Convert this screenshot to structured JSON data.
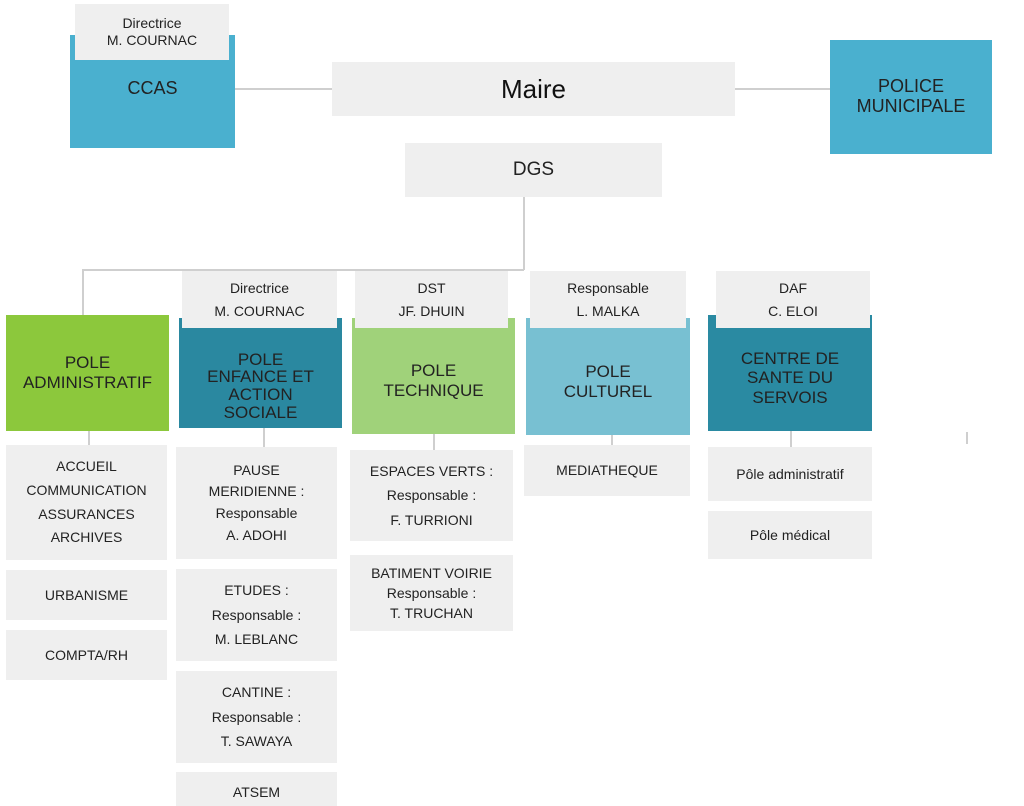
{
  "top": {
    "maire": "Maire",
    "dgs": "DGS",
    "ccas": {
      "label": "CCAS",
      "role": "Directrice",
      "person": "M. COURNAC",
      "color": "#4ab0cf"
    },
    "police": {
      "label_line1": "POLICE",
      "label_line2": "MUNICIPALE",
      "color": "#4ab0cf"
    }
  },
  "poles": {
    "admin": {
      "name_line1": "POLE",
      "name_line2": "ADMINISTRATIF",
      "color": "#8cc83c",
      "services": [
        {
          "lines": [
            "ACCUEIL",
            "COMMUNICATION",
            "ASSURANCES",
            "ARCHIVES"
          ]
        },
        {
          "lines": [
            "URBANISME"
          ]
        },
        {
          "lines": [
            "COMPTA/RH"
          ]
        }
      ]
    },
    "enfance": {
      "role": "Directrice",
      "person": "M. COURNAC",
      "name_line1": "POLE",
      "name_line2": "ENFANCE ET",
      "name_line3": "ACTION",
      "name_line4": "SOCIALE",
      "color": "#2a88a0",
      "services": [
        {
          "lines": [
            "PAUSE",
            "MERIDIENNE :",
            "Responsable",
            "A. ADOHI"
          ]
        },
        {
          "lines": [
            "ETUDES :",
            "Responsable :",
            "M. LEBLANC"
          ]
        },
        {
          "lines": [
            "CANTINE :",
            "Responsable :",
            "T. SAWAYA"
          ]
        },
        {
          "lines": [
            "ATSEM"
          ]
        }
      ]
    },
    "technique": {
      "role": "DST",
      "person": "JF. DHUIN",
      "name_line1": "POLE",
      "name_line2": "TECHNIQUE",
      "color": "#a0d27a",
      "services": [
        {
          "lines": [
            "ESPACES VERTS :",
            "Responsable :",
            "F. TURRIONI"
          ]
        },
        {
          "lines": [
            "BATIMENT VOIRIE",
            "Responsable :",
            "T. TRUCHAN"
          ]
        }
      ]
    },
    "culturel": {
      "role": "Responsable",
      "person": "L. MALKA",
      "name_line1": "POLE",
      "name_line2": "CULTUREL",
      "color": "#78c0d2",
      "services": [
        {
          "lines": [
            "MEDIATHEQUE"
          ]
        }
      ]
    },
    "sante": {
      "role": "DAF",
      "person": "C. ELOI",
      "name_line1": "CENTRE DE",
      "name_line2": "SANTE DU",
      "name_line3": "SERVOIS",
      "color": "#2a8aa2",
      "services": [
        {
          "lines": [
            "Pôle administratif"
          ]
        },
        {
          "lines": [
            "Pôle médical"
          ]
        }
      ]
    }
  }
}
